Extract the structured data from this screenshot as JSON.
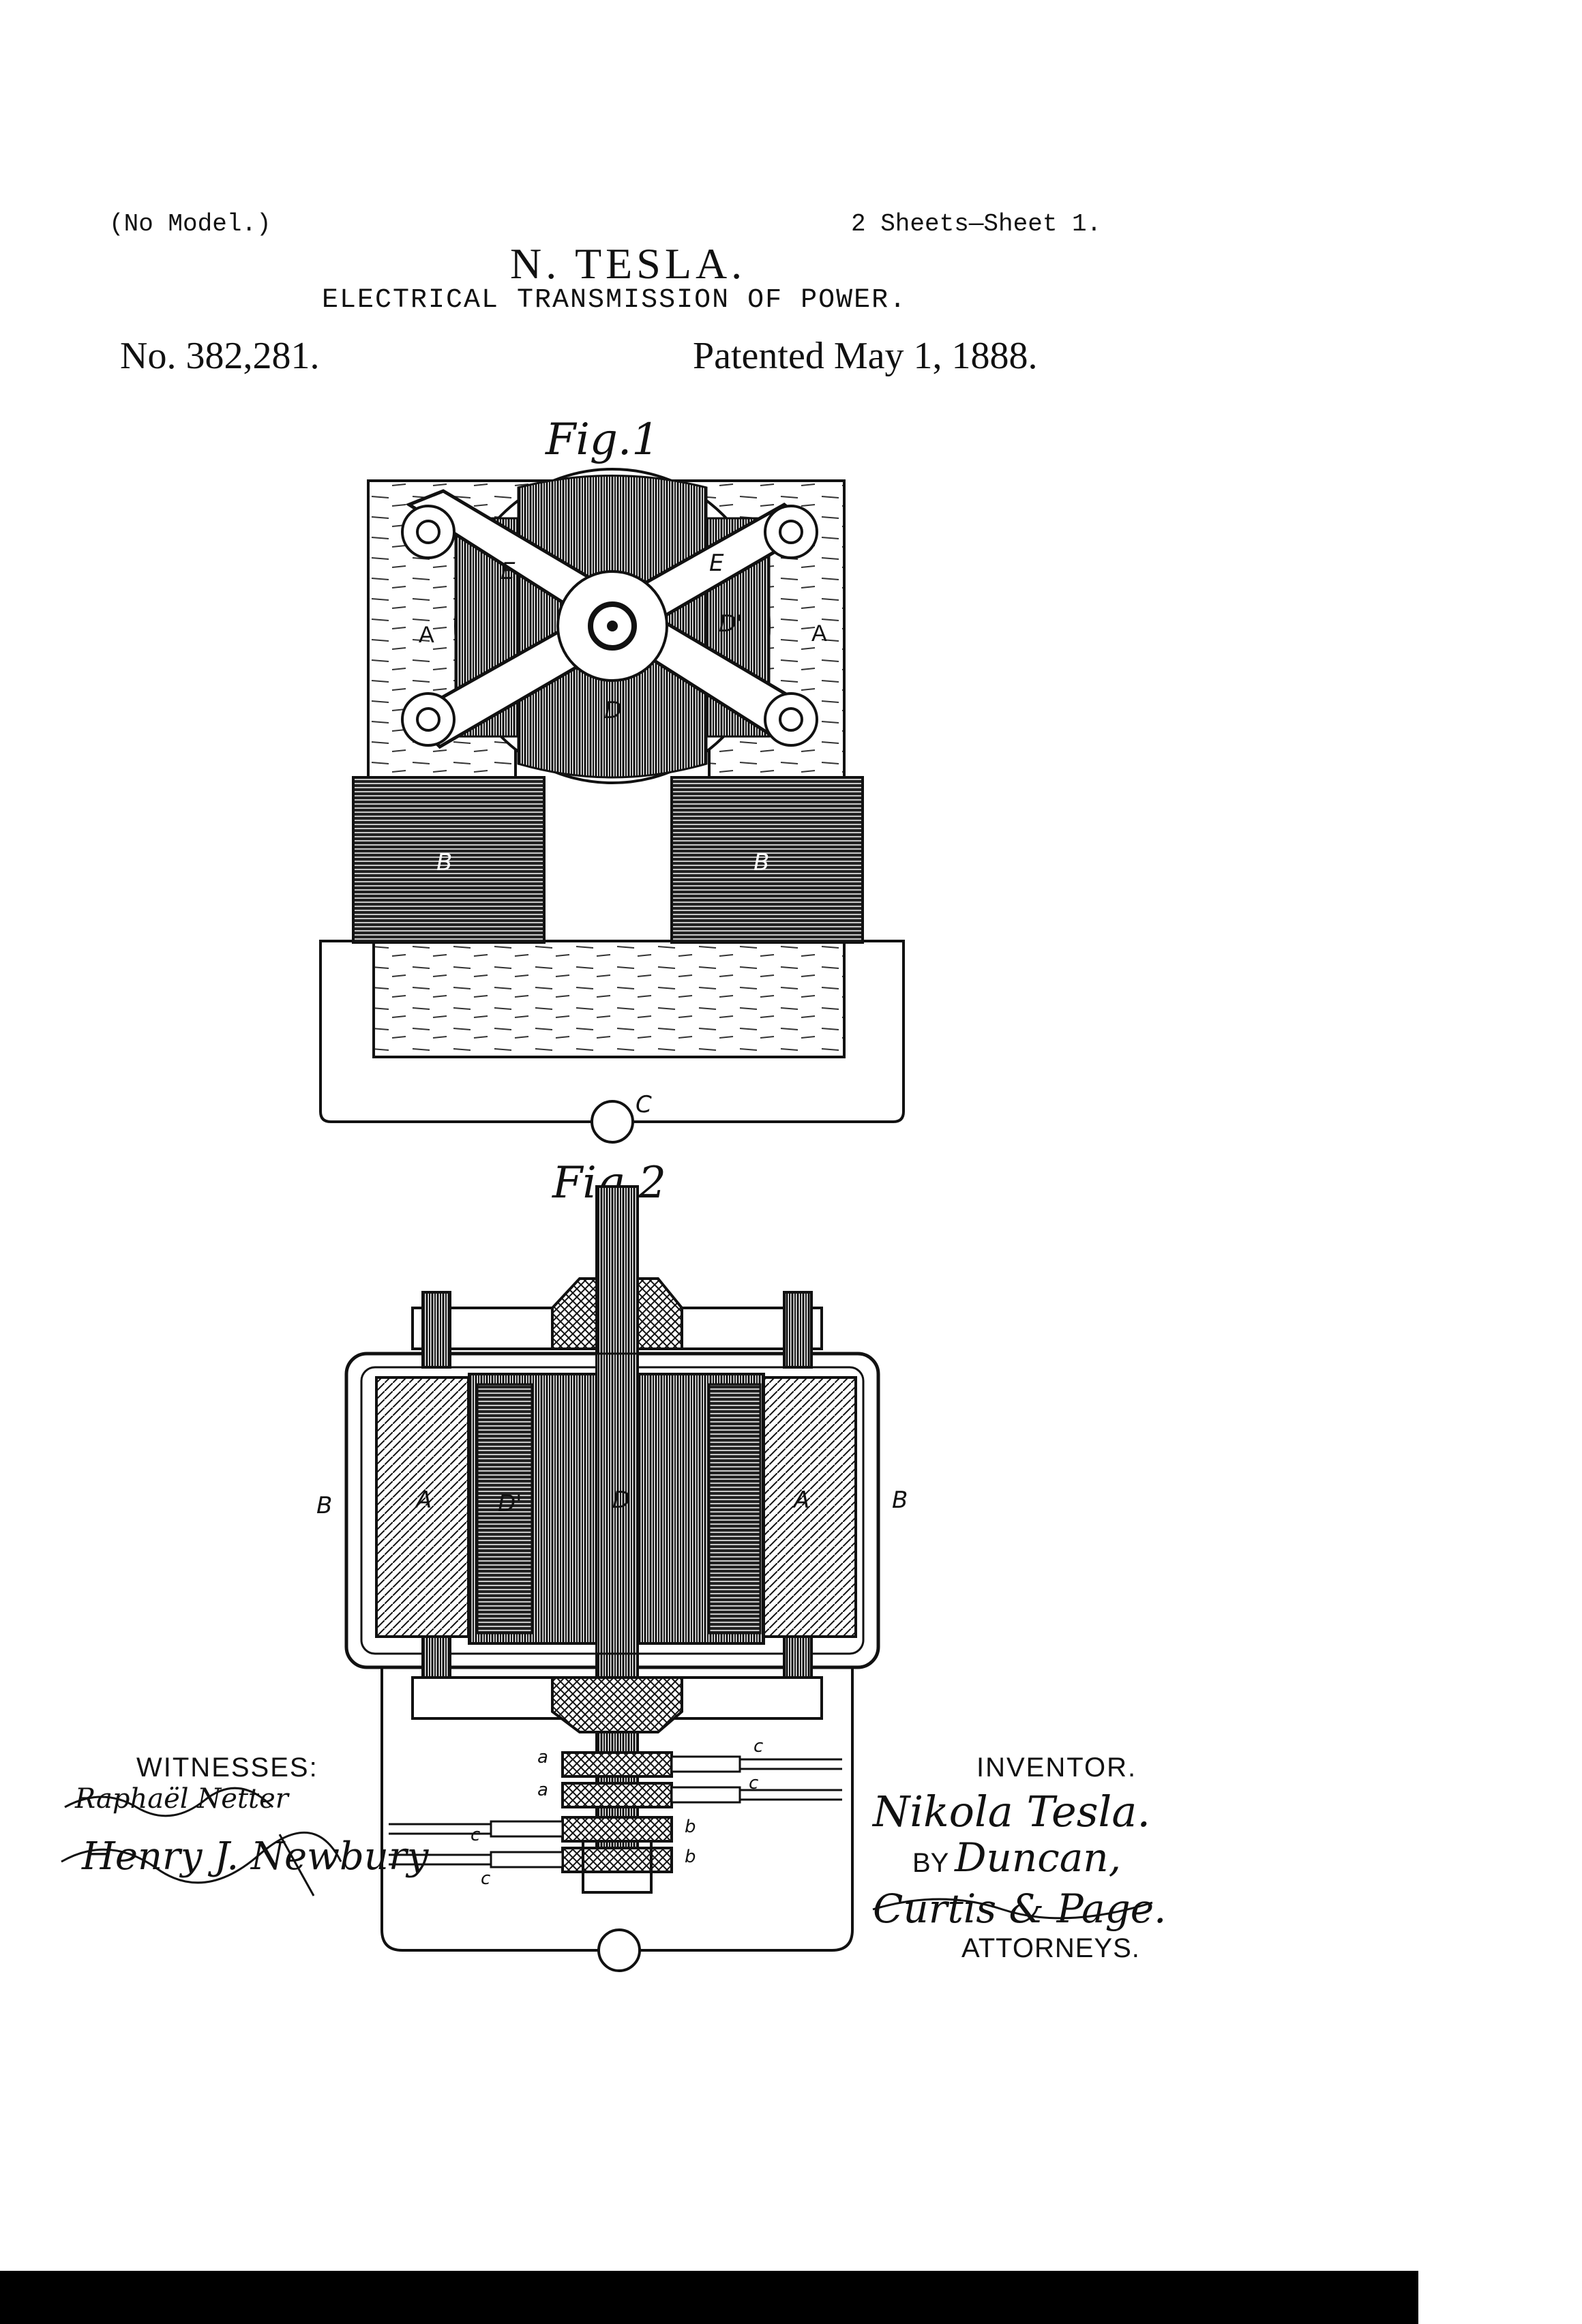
{
  "header": {
    "no_model": "(No Model.)",
    "sheets": "2 Sheets—Sheet 1.",
    "inventor": "N. TESLA.",
    "title": "ELECTRICAL TRANSMISSION OF POWER.",
    "patent_number": "No. 382,281.",
    "patent_date": "Patented May 1, 1888."
  },
  "figures": {
    "fig1": {
      "caption": "Fig.1",
      "labels": {
        "A_left": "A",
        "A_right": "A",
        "B_left": "B",
        "B_right": "B",
        "C": "C",
        "D": "D",
        "D_prime": "D'",
        "E_left": "E",
        "E_right": "E"
      }
    },
    "fig2": {
      "caption": "Fig.2",
      "labels": {
        "B_left": "B",
        "B_right": "B",
        "A_left": "A",
        "A_right": "A",
        "D": "D",
        "D_prime": "D'",
        "a1": "a",
        "a2": "a",
        "b1": "b",
        "b2": "b",
        "c1": "c",
        "c2": "c",
        "c3": "c",
        "c4": "c"
      }
    }
  },
  "footer": {
    "witnesses_label": "WITNESSES:",
    "witness_1": "Raphaël Netter",
    "witness_2": "Henry J. Newbury",
    "inventor_label": "INVENTOR.",
    "inventor_signature": "Nikola Tesla.",
    "by_label": "BY",
    "attorney_signature_1": "Duncan,",
    "attorney_signature_2": "Curtis & Page.",
    "attorneys_label": "ATTORNEYS."
  }
}
